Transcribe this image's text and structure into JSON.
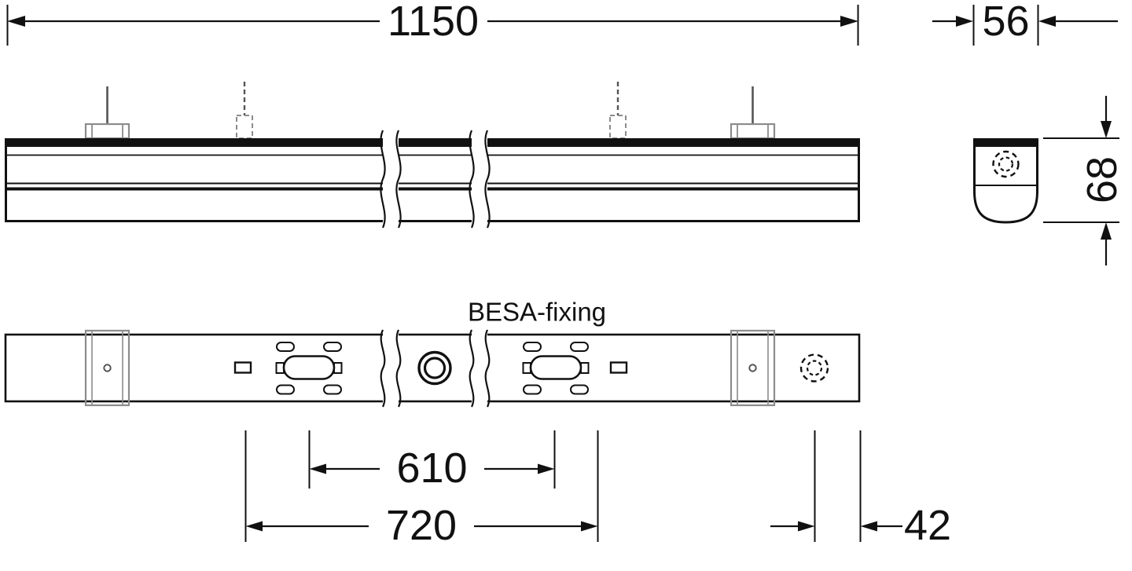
{
  "drawing": {
    "annotation": "BESA-fixing",
    "dims": {
      "overall_length": "1150",
      "profile_width": "56",
      "profile_height": "68",
      "fixing_spacing_inner": "610",
      "fixing_spacing_outer": "720",
      "end_offset": "42"
    },
    "colors": {
      "line": "#111111",
      "bracket": "#8c8c8c",
      "background": "#ffffff"
    }
  }
}
